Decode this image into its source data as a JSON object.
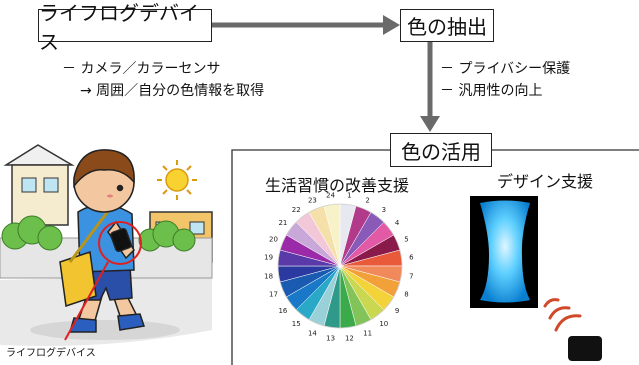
{
  "boxes": {
    "lifelog": "ライフログデバイス",
    "extraction": "色の抽出",
    "utilization": "色の活用"
  },
  "notes_left": [
    "－ カメラ／カラーセンサ",
    "→ 周囲／自分の色情報を取得"
  ],
  "notes_right": [
    "－ プライバシー保護",
    "－ 汎用性の向上"
  ],
  "panel": {
    "habit_title": "生活習慣の改善支援",
    "design_title": "デザイン支援"
  },
  "wheel_numbers": [
    "1",
    "2",
    "3",
    "4",
    "5",
    "6",
    "7",
    "8",
    "9",
    "10",
    "11",
    "12",
    "13",
    "14",
    "15",
    "16",
    "17",
    "18",
    "19",
    "20",
    "21",
    "22",
    "23",
    "24"
  ],
  "device_caption": "ライフログデバイス",
  "colors": {
    "arrow": "#6a6a6a",
    "annotation": "#e02020",
    "lamp": "#29b6f6",
    "wave": "#d04a2a"
  },
  "wheel_colors": [
    "#e8e8f0",
    "#b23a8a",
    "#8a5ab8",
    "#e25aa5",
    "#8a1a4a",
    "#e85a3a",
    "#f08a5a",
    "#f2a03a",
    "#f4d23a",
    "#c9d850",
    "#82c45a",
    "#3aaa4a",
    "#2f9a8a",
    "#9ad0d8",
    "#2aa8c8",
    "#1a78c8",
    "#1a5ab0",
    "#2a3aa0",
    "#5a3aa8",
    "#9a2aa8",
    "#c8a8d8",
    "#f2c8d8",
    "#f4e0a8",
    "#f7f2c8"
  ]
}
